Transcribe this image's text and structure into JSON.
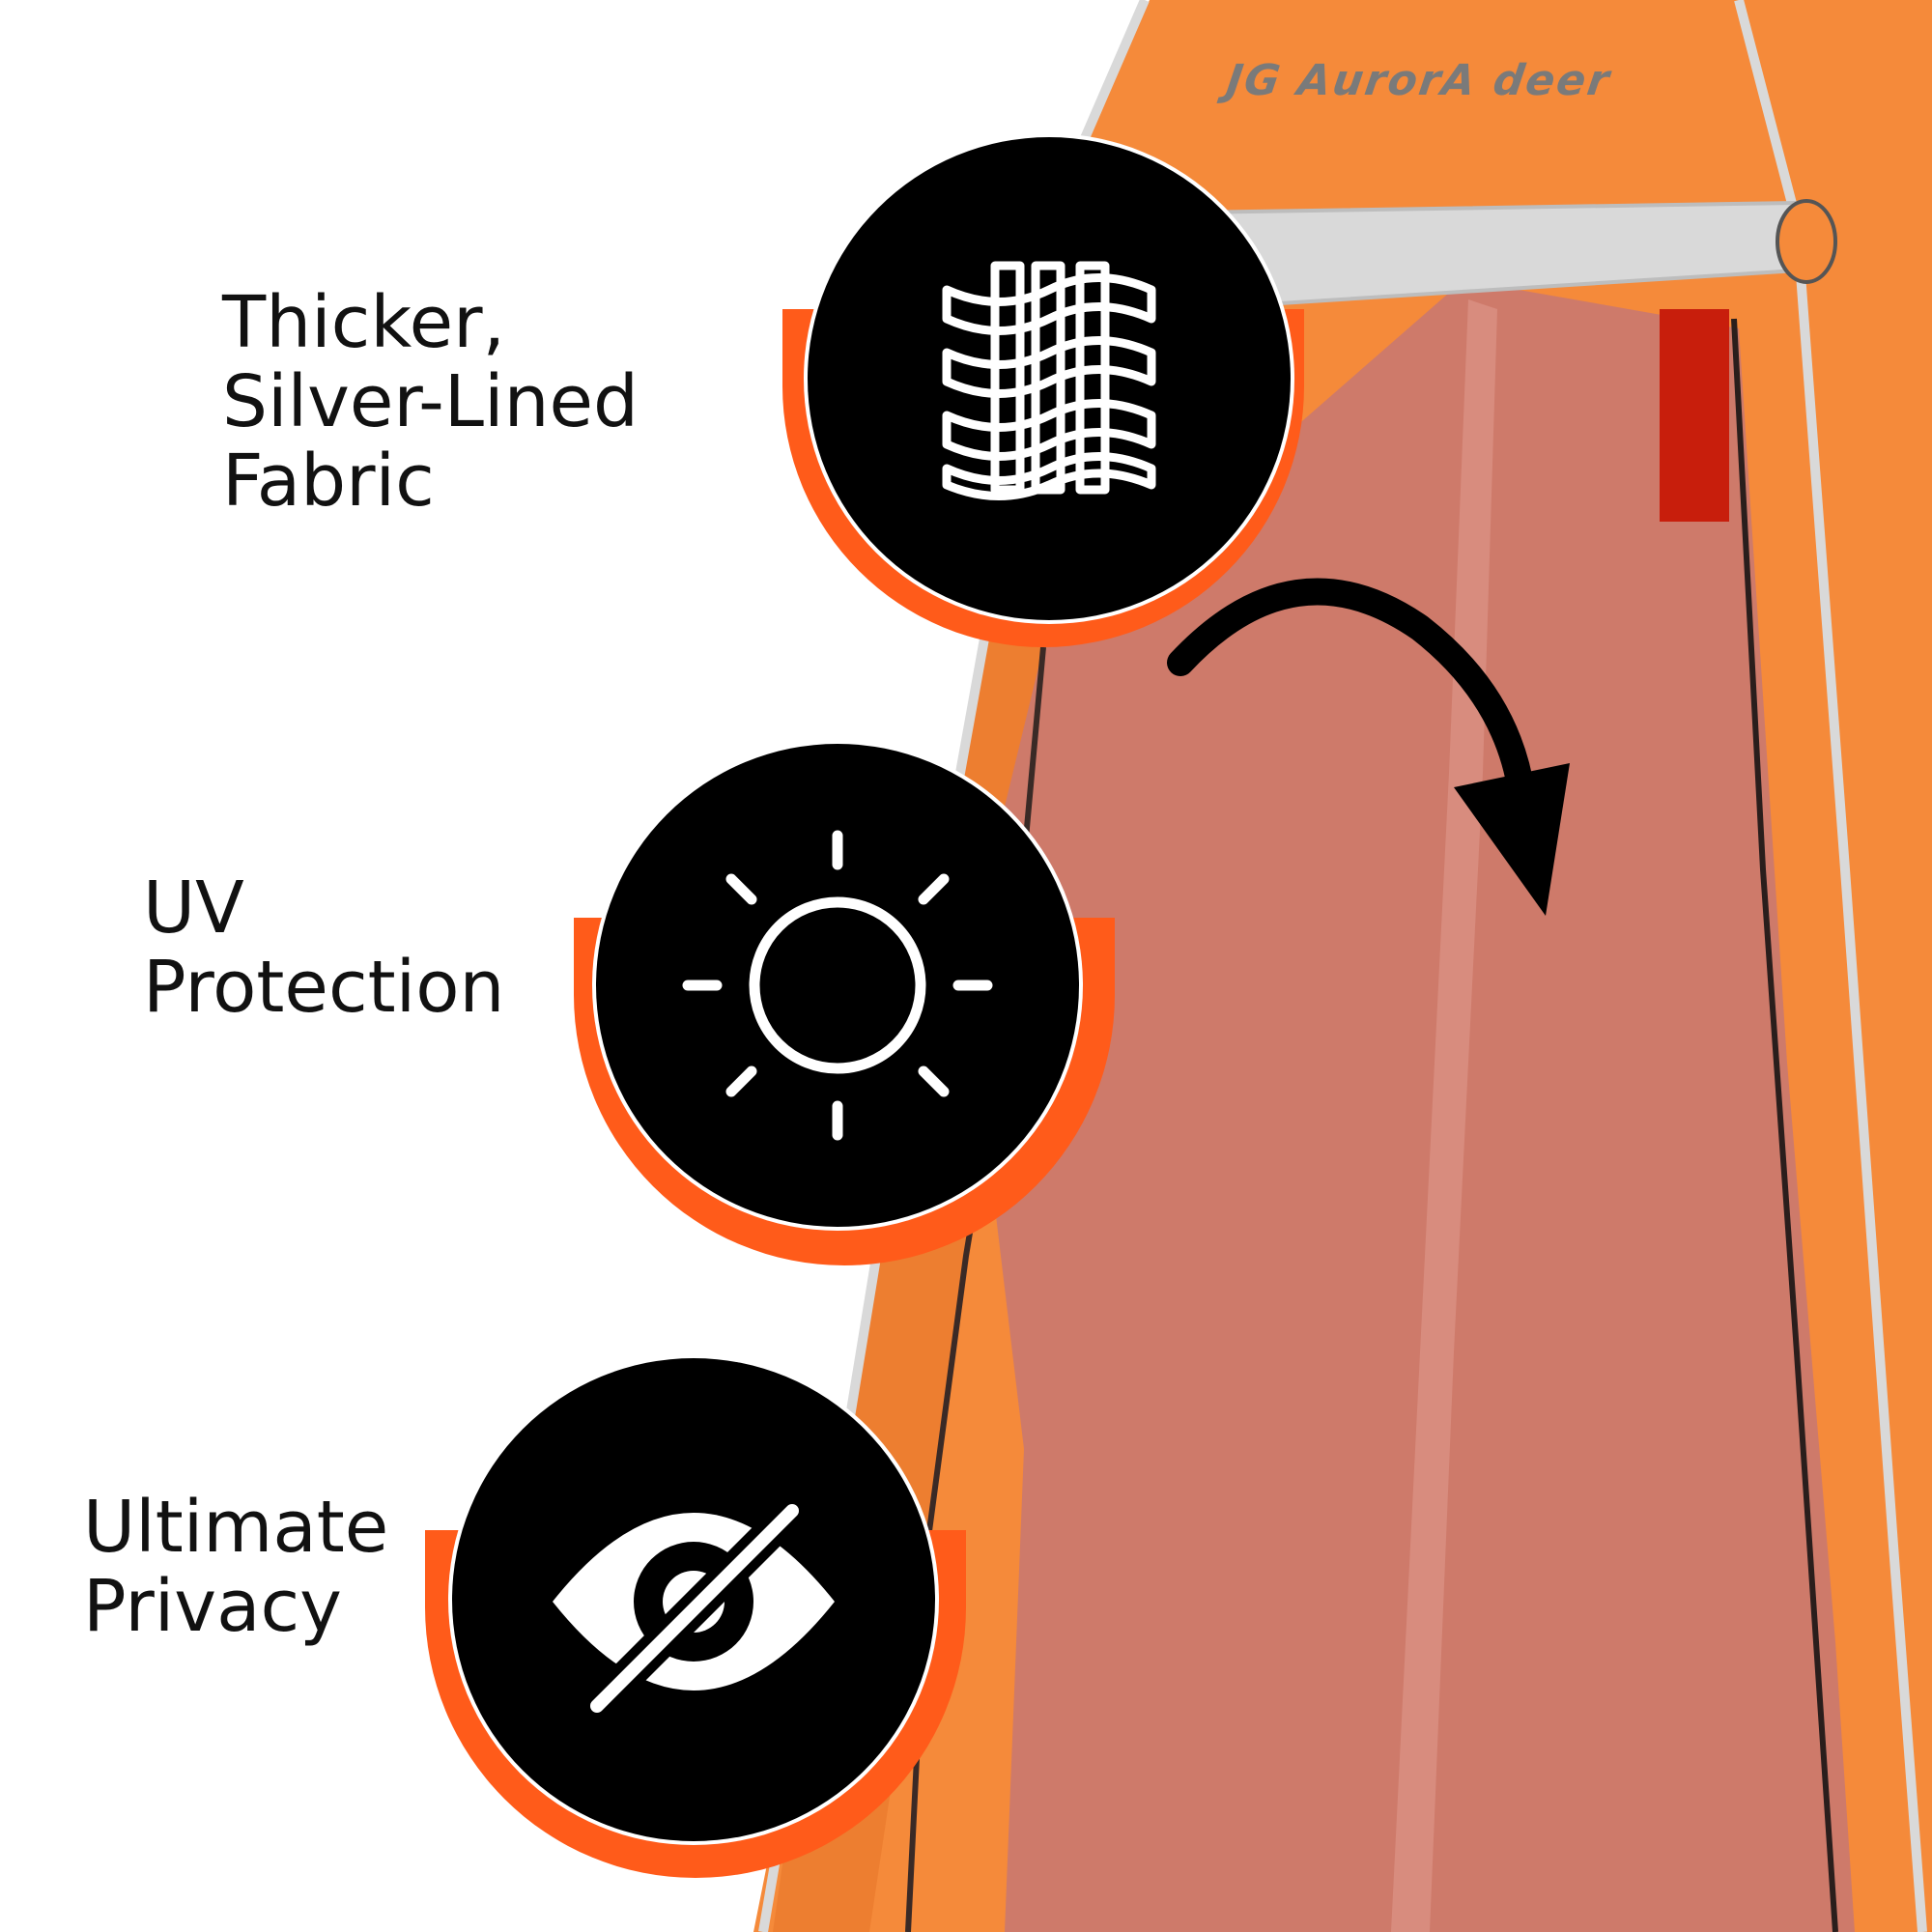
{
  "brand": {
    "logo_text": "JG AurorA deer"
  },
  "colors": {
    "accent_ring": "#FF5B1A",
    "badge_fill": "#000000",
    "icon_stroke": "#FFFFFF",
    "tent_orange": "#F58A3A",
    "tent_inner": "#CE7A6A",
    "silver_trim": "#D9D9D9",
    "label_text": "#111111"
  },
  "features": [
    {
      "icon": "woven-fabric-icon",
      "label_lines": [
        "Thicker,",
        "Silver-Lined",
        "Fabric"
      ]
    },
    {
      "icon": "sun-icon",
      "label_lines": [
        "UV",
        "Protection"
      ]
    },
    {
      "icon": "eye-slash-icon",
      "label_lines": [
        "Ultimate",
        "Privacy"
      ]
    }
  ]
}
